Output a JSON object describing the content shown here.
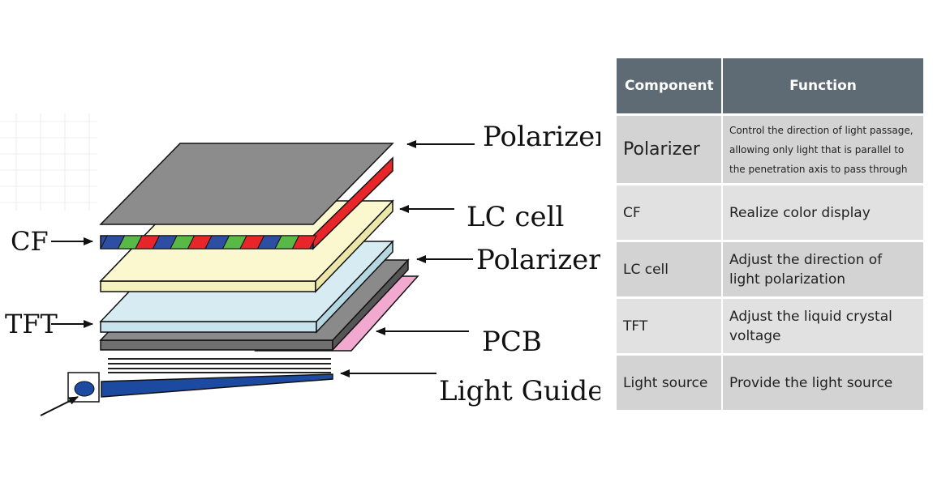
{
  "diagram": {
    "labels": {
      "polarizer_top": "Polarizer",
      "lc_cell": "LC cell",
      "polarizer_mid": "Polarizer",
      "pcb": "PCB",
      "light_guide": "Light Guide",
      "cf": "CF",
      "tft": "TFT"
    },
    "colors": {
      "polarizer": "#8c8c8c",
      "red": "#e8262a",
      "green": "#59b947",
      "blue": "#2d4ea3",
      "lc_cell": "#fbf8cf",
      "tft": "#d6ebf2",
      "pcb": "#f2a9cf",
      "light_guide": "#1c4aa0"
    }
  },
  "table": {
    "headers": {
      "component": "Component",
      "function": "Function"
    },
    "rows": [
      {
        "component": "Polarizer",
        "function": "Control the direction of light passage, allowing only light that is parallel to the penetration axis to pass through"
      },
      {
        "component": "CF",
        "function": "Realize color display"
      },
      {
        "component": "LC cell",
        "function": "Adjust the direction of light polarization"
      },
      {
        "component": "TFT",
        "function": "Adjust the liquid crystal voltage"
      },
      {
        "component": "Light source",
        "function": "Provide the light source"
      }
    ]
  }
}
